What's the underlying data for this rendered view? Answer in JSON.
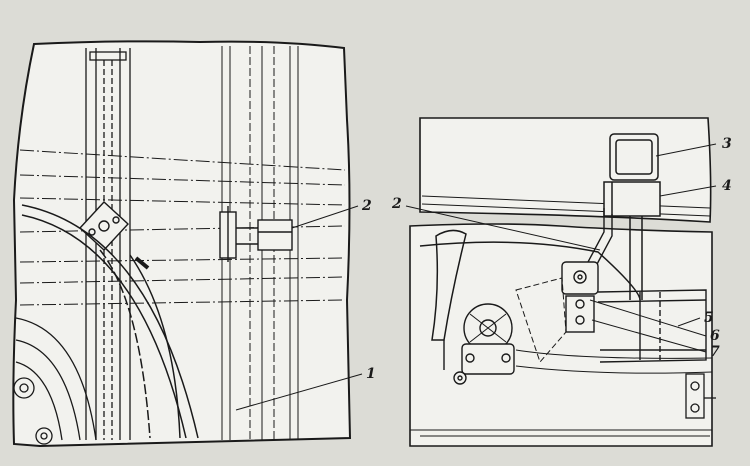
{
  "figure": {
    "left_panel": {
      "callouts": [
        {
          "id": "1",
          "label": "1"
        },
        {
          "id": "2",
          "label": "2"
        }
      ]
    },
    "right_panel": {
      "callouts": [
        {
          "id": "2",
          "label": "2"
        },
        {
          "id": "3",
          "label": "3"
        },
        {
          "id": "4",
          "label": "4"
        },
        {
          "id": "5",
          "label": "5"
        },
        {
          "id": "6",
          "label": "6"
        },
        {
          "id": "7",
          "label": "7"
        }
      ]
    },
    "colors": {
      "paper": "#dcdcd6",
      "drawing_bg": "#f2f2ee",
      "ink": "#1a1a1a"
    }
  }
}
